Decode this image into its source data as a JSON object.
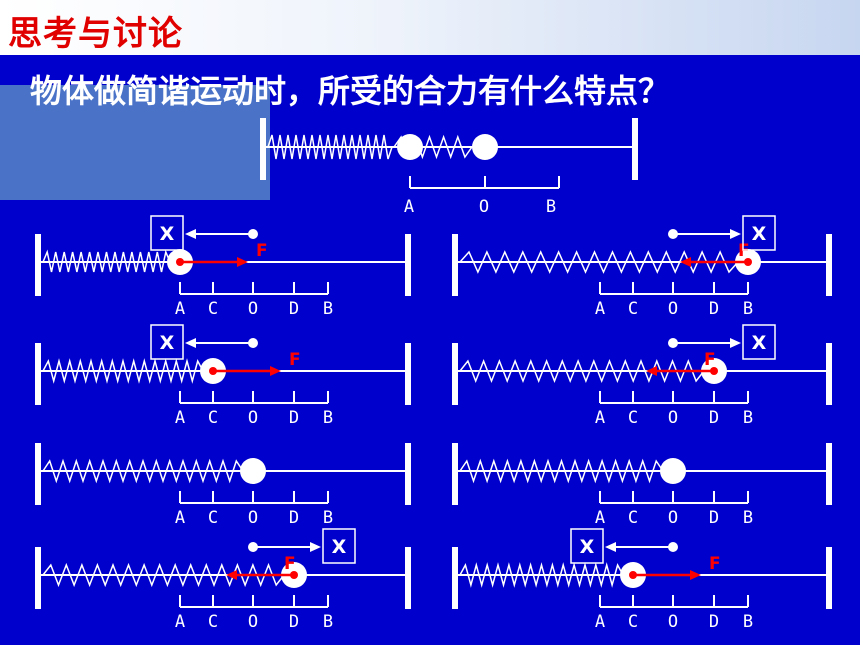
{
  "header": {
    "title": "思考与讨论"
  },
  "question": "物体做简谐运动时，所受的合力有什么特点？",
  "colors": {
    "background": "#0000cc",
    "title": "#e00000",
    "force": "#ff0000",
    "line": "#ffffff"
  },
  "top_diagram": {
    "labels": [
      "A",
      "O",
      "B"
    ]
  },
  "scale_labels": [
    "A",
    "C",
    "O",
    "D",
    "B"
  ],
  "x_label": "X",
  "f_label": "F",
  "panels": [
    {
      "ball": "A",
      "force": "right",
      "disp": "left"
    },
    {
      "ball": "B",
      "force": "left",
      "disp": "right"
    },
    {
      "ball": "C",
      "force": "right",
      "disp": "left"
    },
    {
      "ball": "D",
      "force": "left",
      "disp": "right"
    },
    {
      "ball": "O",
      "force": "none",
      "disp": "none"
    },
    {
      "ball": "O",
      "force": "none",
      "disp": "none"
    },
    {
      "ball": "D",
      "force": "left",
      "disp": "right"
    },
    {
      "ball": "C",
      "force": "right",
      "disp": "left"
    }
  ]
}
